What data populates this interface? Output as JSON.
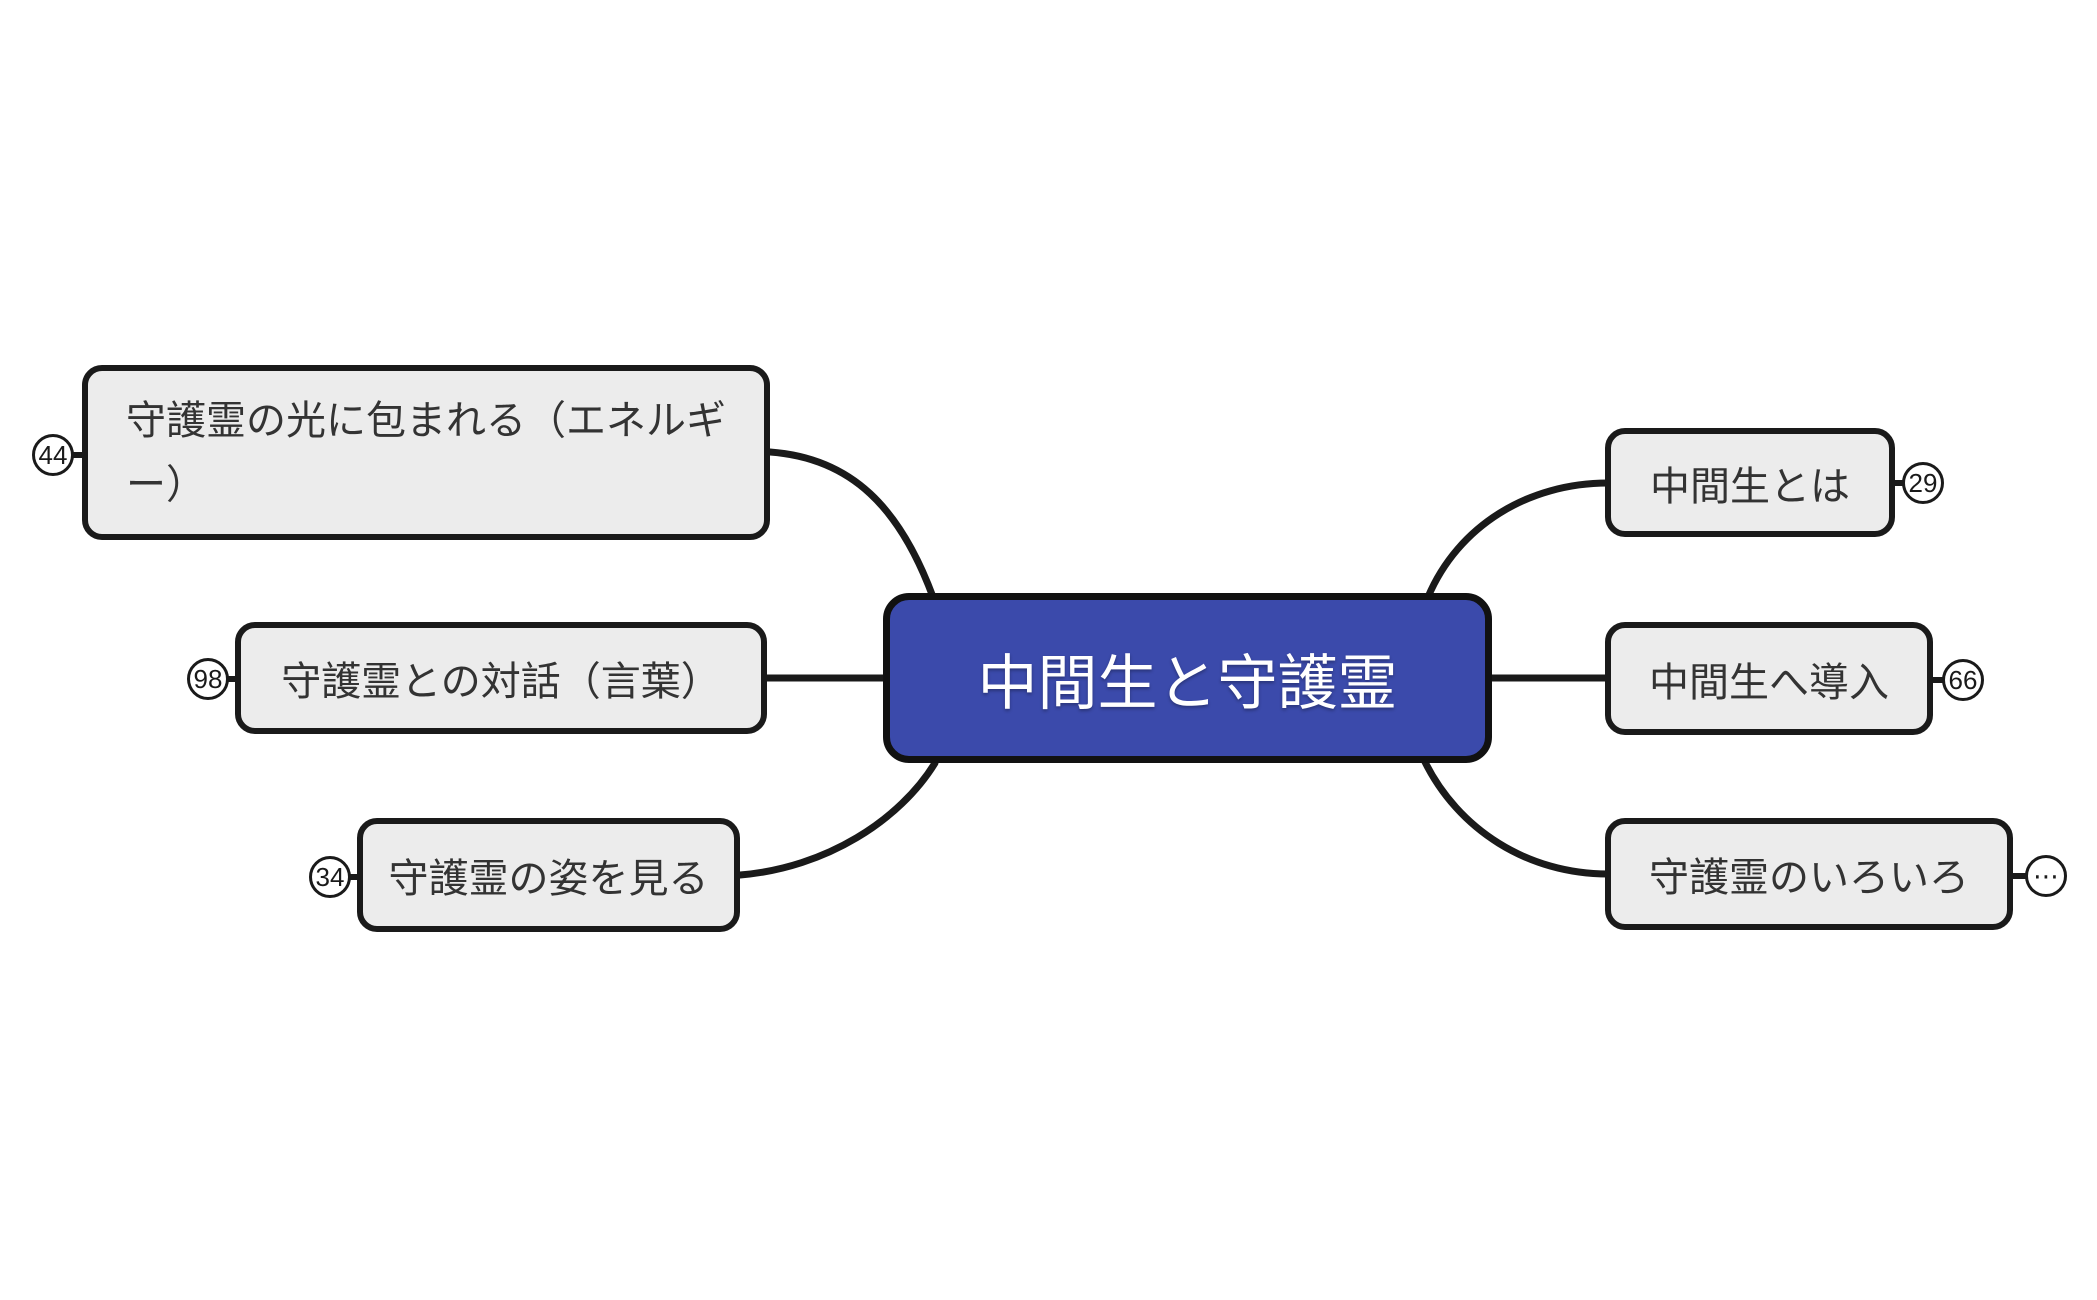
{
  "colors": {
    "canvas_bg": "#ffffff",
    "root_fill": "#3b4aab",
    "root_text": "#ffffff",
    "topic_fill": "#ececec",
    "topic_text": "#333333",
    "line": "#1a1a1a"
  },
  "mindmap": {
    "root": {
      "label": "中間生と守護霊"
    },
    "left_topics": [
      {
        "label": "守護霊の光に包まれる（エネルギー）",
        "badge": "44"
      },
      {
        "label": "守護霊との対話（言葉）",
        "badge": "98"
      },
      {
        "label": "守護霊の姿を見る",
        "badge": "34"
      }
    ],
    "right_topics": [
      {
        "label": "中間生とは",
        "badge": "29"
      },
      {
        "label": "中間生へ導入",
        "badge": "66"
      },
      {
        "label": "守護霊のいろいろ",
        "badge": "⋯"
      }
    ]
  }
}
